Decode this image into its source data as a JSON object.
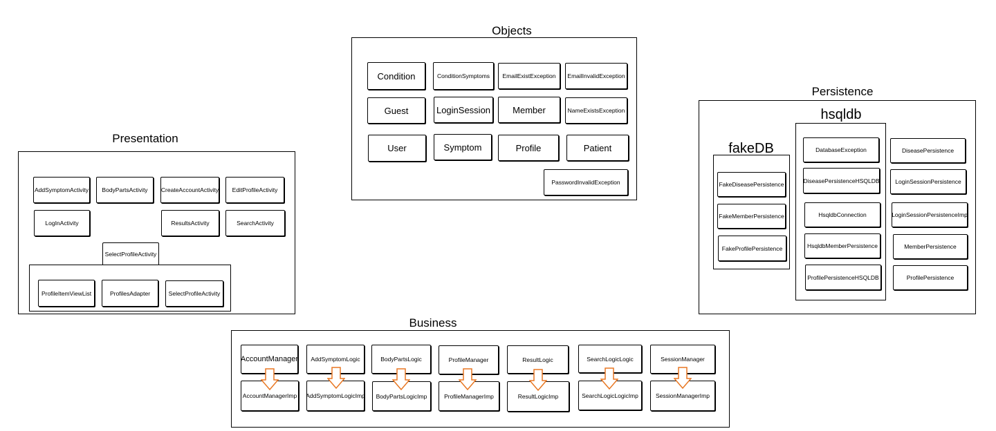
{
  "objects": {
    "title": "Objects",
    "items": [
      "Condition",
      "ConditionSymptoms",
      "EmailExistException",
      "EmailInvalidException",
      "Guest",
      "LoginSession",
      "Member",
      "NameExistsException",
      "User",
      "Symptom",
      "Profile",
      "Patient",
      "PasswordInvalidException"
    ]
  },
  "presentation": {
    "title": "Presentation",
    "items": [
      "AddSymptomActivity",
      "BodyPartsActivity",
      "CreateAccountActivity",
      "EditProfileActivity",
      "LogInActivity",
      "ResultsActivity",
      "SearchActivity",
      "SelectProfileActivity"
    ],
    "sub_items": [
      "ProfileItemViewList",
      "ProfilesAdapter",
      "SelectProfileActivity"
    ]
  },
  "persistence": {
    "title": "Persistence",
    "hsqldb_title": "hsqldb",
    "fakedb_title": "fakeDB",
    "fakedb_items": [
      "FakeDiseasePersistence",
      "FakeMemberPersistence",
      "FakeProfilePersistence"
    ],
    "hsqldb_items": [
      "DatabaseException",
      "DiseasePersistenceHSQLDB",
      "HsqldbConnection",
      "HsqldbMemberPersistence",
      "ProfilePersistenceHSQLDB"
    ],
    "interface_items": [
      "DiseasePersistence",
      "LoginSessionPersistence",
      "LoginSessionPersistenceImp",
      "MemberPersistence",
      "ProfilePersistence"
    ]
  },
  "business": {
    "title": "Business",
    "managers": [
      "AccountManager",
      "AddSymptomLogic",
      "BodyPartsLogic",
      "ProfileManager",
      "ResultLogic",
      "SearchLogicLogic",
      "SessionManager"
    ],
    "impls": [
      "AccountManagerImp",
      "AddSymptomLogicImp",
      "BodyPartsLogicImp",
      "ProfileManagerImp",
      "ResultLogicImp",
      "SearchLogicLogicImp",
      "SessionManagerImp"
    ]
  },
  "colors": {
    "arrow": "#e87722",
    "line": "#000000"
  }
}
